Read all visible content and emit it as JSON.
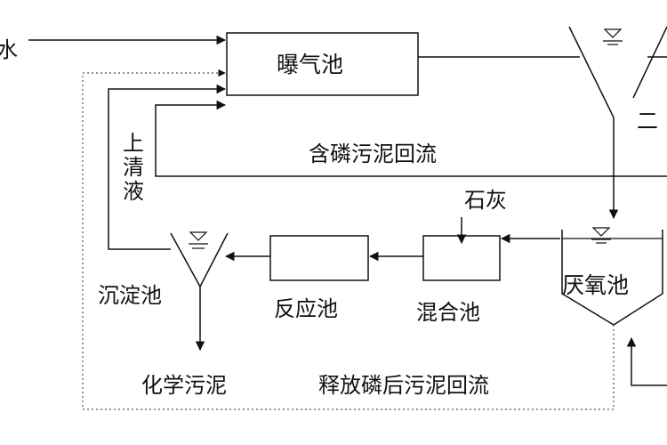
{
  "labels": {
    "influent_partial": "水",
    "aeration_tank": "曝气池",
    "secondary_clarifier_partial": "二",
    "phosphorus_sludge_return": "含磷污泥回流",
    "supernatant": [
      "上",
      "清",
      "液"
    ],
    "lime": "石灰",
    "anaerobic_tank": "厌氧池",
    "mixing_tank": "混合池",
    "reaction_tank": "反应池",
    "sedimentation_tank": "沉淀池",
    "chemical_sludge": "化学污泥",
    "released_phosphorus_sludge_return": "释放磷后污泥回流"
  }
}
